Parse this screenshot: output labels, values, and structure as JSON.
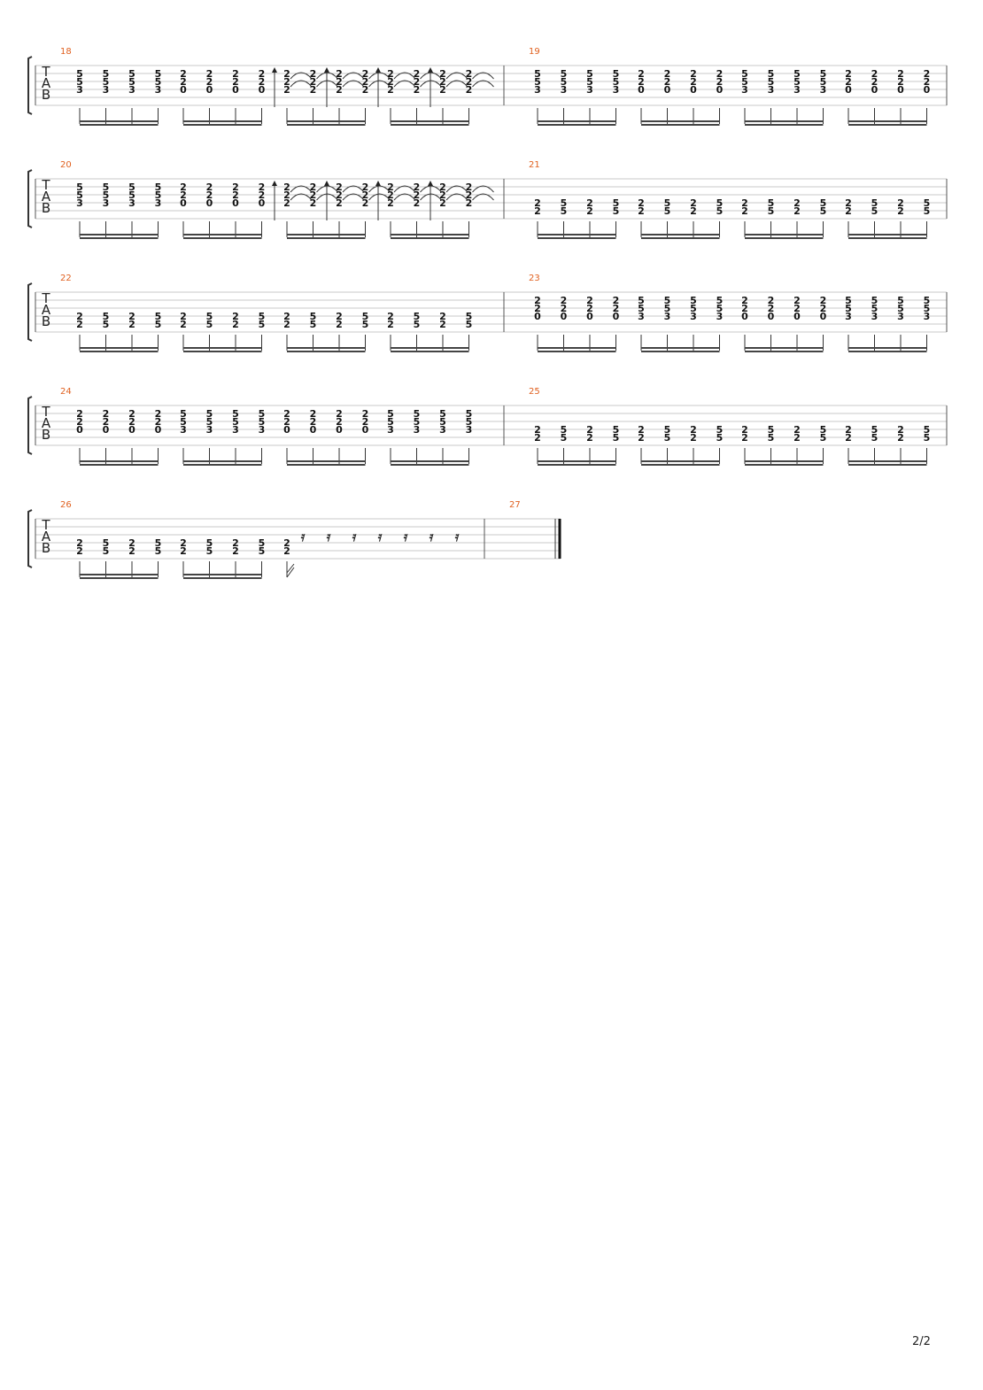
{
  "page_number": "2/2",
  "tab_clef": [
    "T",
    "A",
    "B"
  ],
  "rest_symbol": "𝄿",
  "systems": [
    {
      "measures": [
        {
          "number": "18",
          "groups": [
            {
              "chords": [
                [
                  "5",
                  "5",
                  "3"
                ],
                [
                  "5",
                  "5",
                  "3"
                ],
                [
                  "5",
                  "5",
                  "3"
                ],
                [
                  "5",
                  "5",
                  "3"
                ]
              ]
            },
            {
              "chords": [
                [
                  "2",
                  "2",
                  "0"
                ],
                [
                  "2",
                  "2",
                  "0"
                ],
                [
                  "2",
                  "2",
                  "0"
                ],
                [
                  "2",
                  "2",
                  "0"
                ]
              ]
            },
            {
              "chords": [
                [
                  "2",
                  "2",
                  "2"
                ],
                [
                  "2",
                  "2",
                  "2"
                ],
                [
                  "2",
                  "2",
                  "2"
                ],
                [
                  "2",
                  "2",
                  "2"
                ]
              ],
              "strum": true
            },
            {
              "chords": [
                [
                  "2",
                  "2",
                  "2"
                ],
                [
                  "2",
                  "2",
                  "2"
                ],
                [
                  "2",
                  "2",
                  "2"
                ],
                [
                  "2",
                  "2",
                  "2"
                ]
              ],
              "strum": true
            }
          ]
        },
        {
          "number": "19",
          "groups": [
            {
              "chords": [
                [
                  "5",
                  "5",
                  "3"
                ],
                [
                  "5",
                  "5",
                  "3"
                ],
                [
                  "5",
                  "5",
                  "3"
                ],
                [
                  "5",
                  "5",
                  "3"
                ]
              ]
            },
            {
              "chords": [
                [
                  "2",
                  "2",
                  "0"
                ],
                [
                  "2",
                  "2",
                  "0"
                ],
                [
                  "2",
                  "2",
                  "0"
                ],
                [
                  "2",
                  "2",
                  "0"
                ]
              ]
            },
            {
              "chords": [
                [
                  "5",
                  "5",
                  "3"
                ],
                [
                  "5",
                  "5",
                  "3"
                ],
                [
                  "5",
                  "5",
                  "3"
                ],
                [
                  "5",
                  "5",
                  "3"
                ]
              ]
            },
            {
              "chords": [
                [
                  "2",
                  "2",
                  "0"
                ],
                [
                  "2",
                  "2",
                  "0"
                ],
                [
                  "2",
                  "2",
                  "0"
                ],
                [
                  "2",
                  "2",
                  "0"
                ]
              ]
            }
          ]
        }
      ]
    },
    {
      "measures": [
        {
          "number": "20",
          "groups": [
            {
              "chords": [
                [
                  "5",
                  "5",
                  "3"
                ],
                [
                  "5",
                  "5",
                  "3"
                ],
                [
                  "5",
                  "5",
                  "3"
                ],
                [
                  "5",
                  "5",
                  "3"
                ]
              ]
            },
            {
              "chords": [
                [
                  "2",
                  "2",
                  "0"
                ],
                [
                  "2",
                  "2",
                  "0"
                ],
                [
                  "2",
                  "2",
                  "0"
                ],
                [
                  "2",
                  "2",
                  "0"
                ]
              ]
            },
            {
              "chords": [
                [
                  "2",
                  "2",
                  "2"
                ],
                [
                  "2",
                  "2",
                  "2"
                ],
                [
                  "2",
                  "2",
                  "2"
                ],
                [
                  "2",
                  "2",
                  "2"
                ]
              ],
              "strum": true
            },
            {
              "chords": [
                [
                  "2",
                  "2",
                  "2"
                ],
                [
                  "2",
                  "2",
                  "2"
                ],
                [
                  "2",
                  "2",
                  "2"
                ],
                [
                  "2",
                  "2",
                  "2"
                ]
              ],
              "strum": true
            }
          ]
        },
        {
          "number": "21",
          "groups": [
            {
              "chords": [
                [
                  "2",
                  "2"
                ],
                [
                  "5",
                  "5"
                ],
                [
                  "2",
                  "2"
                ],
                [
                  "5",
                  "5"
                ]
              ]
            },
            {
              "chords": [
                [
                  "2",
                  "2"
                ],
                [
                  "5",
                  "5"
                ],
                [
                  "2",
                  "2"
                ],
                [
                  "5",
                  "5"
                ]
              ]
            },
            {
              "chords": [
                [
                  "2",
                  "2"
                ],
                [
                  "5",
                  "5"
                ],
                [
                  "2",
                  "2"
                ],
                [
                  "5",
                  "5"
                ]
              ]
            },
            {
              "chords": [
                [
                  "2",
                  "2"
                ],
                [
                  "5",
                  "5"
                ],
                [
                  "2",
                  "2"
                ],
                [
                  "5",
                  "5"
                ]
              ]
            }
          ]
        }
      ]
    },
    {
      "measures": [
        {
          "number": "22",
          "groups": [
            {
              "chords": [
                [
                  "2",
                  "2"
                ],
                [
                  "5",
                  "5"
                ],
                [
                  "2",
                  "2"
                ],
                [
                  "5",
                  "5"
                ]
              ]
            },
            {
              "chords": [
                [
                  "2",
                  "2"
                ],
                [
                  "5",
                  "5"
                ],
                [
                  "2",
                  "2"
                ],
                [
                  "5",
                  "5"
                ]
              ]
            },
            {
              "chords": [
                [
                  "2",
                  "2"
                ],
                [
                  "5",
                  "5"
                ],
                [
                  "2",
                  "2"
                ],
                [
                  "5",
                  "5"
                ]
              ]
            },
            {
              "chords": [
                [
                  "2",
                  "2"
                ],
                [
                  "5",
                  "5"
                ],
                [
                  "2",
                  "2"
                ],
                [
                  "5",
                  "5"
                ]
              ]
            }
          ]
        },
        {
          "number": "23",
          "groups": [
            {
              "chords": [
                [
                  "2",
                  "2",
                  "0"
                ],
                [
                  "2",
                  "2",
                  "0"
                ],
                [
                  "2",
                  "2",
                  "0"
                ],
                [
                  "2",
                  "2",
                  "0"
                ]
              ]
            },
            {
              "chords": [
                [
                  "5",
                  "5",
                  "3"
                ],
                [
                  "5",
                  "5",
                  "3"
                ],
                [
                  "5",
                  "5",
                  "3"
                ],
                [
                  "5",
                  "5",
                  "3"
                ]
              ]
            },
            {
              "chords": [
                [
                  "2",
                  "2",
                  "0"
                ],
                [
                  "2",
                  "2",
                  "0"
                ],
                [
                  "2",
                  "2",
                  "0"
                ],
                [
                  "2",
                  "2",
                  "0"
                ]
              ]
            },
            {
              "chords": [
                [
                  "5",
                  "5",
                  "3"
                ],
                [
                  "5",
                  "5",
                  "3"
                ],
                [
                  "5",
                  "5",
                  "3"
                ],
                [
                  "5",
                  "5",
                  "3"
                ]
              ]
            }
          ]
        }
      ]
    },
    {
      "measures": [
        {
          "number": "24",
          "groups": [
            {
              "chords": [
                [
                  "2",
                  "2",
                  "0"
                ],
                [
                  "2",
                  "2",
                  "0"
                ],
                [
                  "2",
                  "2",
                  "0"
                ],
                [
                  "2",
                  "2",
                  "0"
                ]
              ]
            },
            {
              "chords": [
                [
                  "5",
                  "5",
                  "3"
                ],
                [
                  "5",
                  "5",
                  "3"
                ],
                [
                  "5",
                  "5",
                  "3"
                ],
                [
                  "5",
                  "5",
                  "3"
                ]
              ]
            },
            {
              "chords": [
                [
                  "2",
                  "2",
                  "0"
                ],
                [
                  "2",
                  "2",
                  "0"
                ],
                [
                  "2",
                  "2",
                  "0"
                ],
                [
                  "2",
                  "2",
                  "0"
                ]
              ]
            },
            {
              "chords": [
                [
                  "5",
                  "5",
                  "3"
                ],
                [
                  "5",
                  "5",
                  "3"
                ],
                [
                  "5",
                  "5",
                  "3"
                ],
                [
                  "5",
                  "5",
                  "3"
                ]
              ]
            }
          ]
        },
        {
          "number": "25",
          "groups": [
            {
              "chords": [
                [
                  "2",
                  "2"
                ],
                [
                  "5",
                  "5"
                ],
                [
                  "2",
                  "2"
                ],
                [
                  "5",
                  "5"
                ]
              ]
            },
            {
              "chords": [
                [
                  "2",
                  "2"
                ],
                [
                  "5",
                  "5"
                ],
                [
                  "2",
                  "2"
                ],
                [
                  "5",
                  "5"
                ]
              ]
            },
            {
              "chords": [
                [
                  "2",
                  "2"
                ],
                [
                  "5",
                  "5"
                ],
                [
                  "2",
                  "2"
                ],
                [
                  "5",
                  "5"
                ]
              ]
            },
            {
              "chords": [
                [
                  "2",
                  "2"
                ],
                [
                  "5",
                  "5"
                ],
                [
                  "2",
                  "2"
                ],
                [
                  "5",
                  "5"
                ]
              ]
            }
          ]
        }
      ]
    },
    {
      "measures": [
        {
          "number": "26",
          "groups": [
            {
              "chords": [
                [
                  "2",
                  "2"
                ],
                [
                  "5",
                  "5"
                ],
                [
                  "2",
                  "2"
                ],
                [
                  "5",
                  "5"
                ]
              ]
            },
            {
              "chords": [
                [
                  "2",
                  "2"
                ],
                [
                  "5",
                  "5"
                ],
                [
                  "2",
                  "2"
                ],
                [
                  "5",
                  "5"
                ]
              ]
            },
            {
              "chords": [
                [
                  "2",
                  "2"
                ]
              ],
              "single": true
            }
          ],
          "rests": 7
        },
        {
          "number": "27",
          "groups": [],
          "final": true
        }
      ]
    }
  ]
}
